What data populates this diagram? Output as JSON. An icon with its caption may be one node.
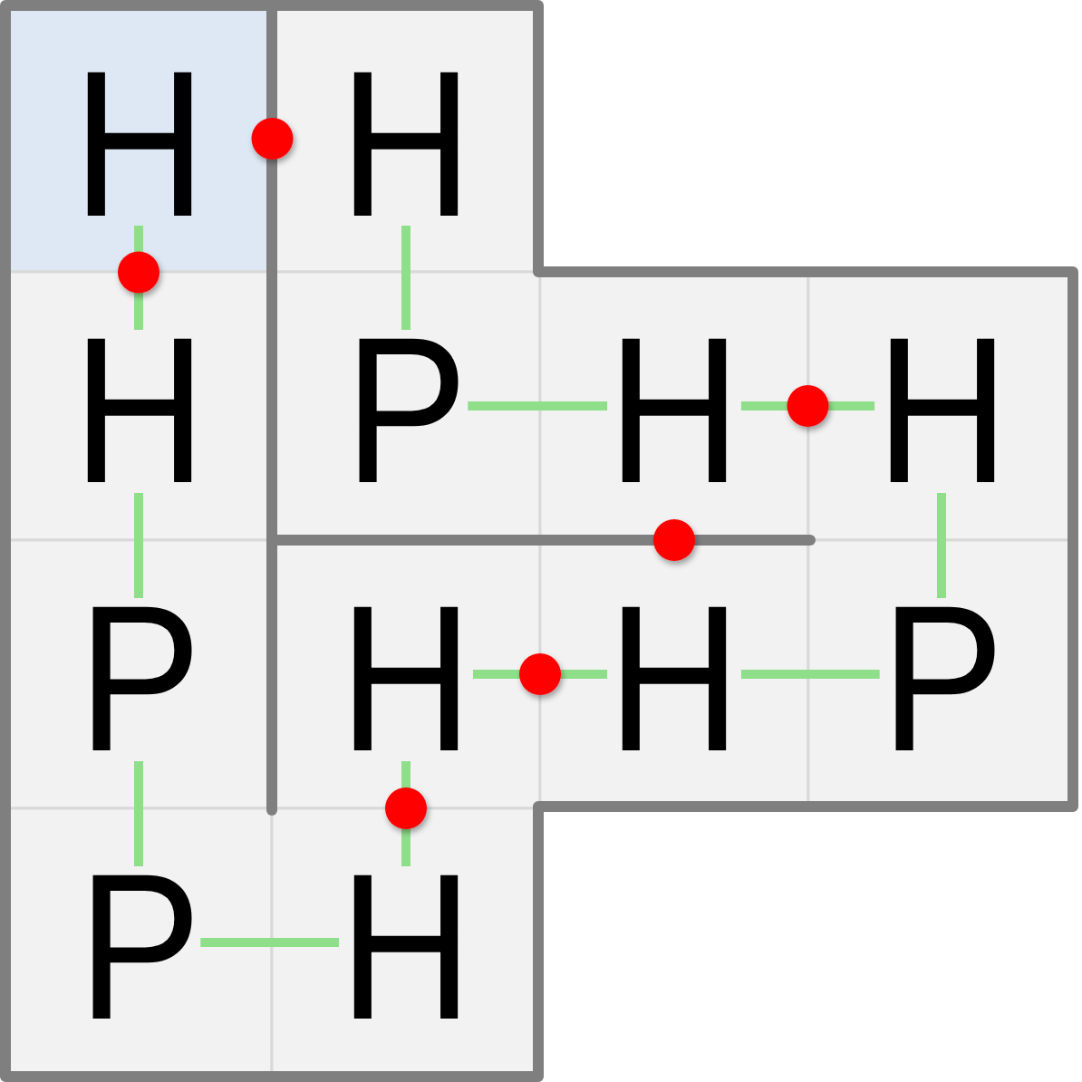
{
  "diagram": {
    "nodes": [
      {
        "text": [
          "H"
        ]
      },
      {
        "text": [
          "H"
        ]
      },
      {
        "text": [
          "H"
        ]
      },
      {
        "text": [
          "P"
        ]
      },
      {
        "text": [
          "H"
        ]
      },
      {
        "text": [
          "H"
        ]
      },
      {
        "text": [
          "P"
        ]
      },
      {
        "text": [
          "H"
        ]
      },
      {
        "text": [
          "H"
        ]
      },
      {
        "text": [
          "P"
        ]
      },
      {
        "text": [
          "P"
        ]
      },
      {
        "text": [
          "H"
        ]
      }
    ],
    "edges": [
      {
        "from": 0,
        "to": 2,
        "arrow": "none"
      },
      {
        "from": 2,
        "to": 6,
        "arrow": "none"
      },
      {
        "from": 6,
        "to": 10,
        "arrow": "none"
      },
      {
        "from": 10,
        "to": 11,
        "arrow": "none"
      },
      {
        "from": 11,
        "to": 7,
        "arrow": "none"
      },
      {
        "from": 7,
        "to": 8,
        "arrow": "none"
      },
      {
        "from": 8,
        "to": 9,
        "arrow": "none"
      },
      {
        "from": 9,
        "to": 5,
        "arrow": "none"
      },
      {
        "from": 5,
        "to": 4,
        "arrow": "none"
      },
      {
        "from": 4,
        "to": 3,
        "arrow": "none"
      },
      {
        "from": 3,
        "to": 1,
        "arrow": "none"
      }
    ]
  }
}
